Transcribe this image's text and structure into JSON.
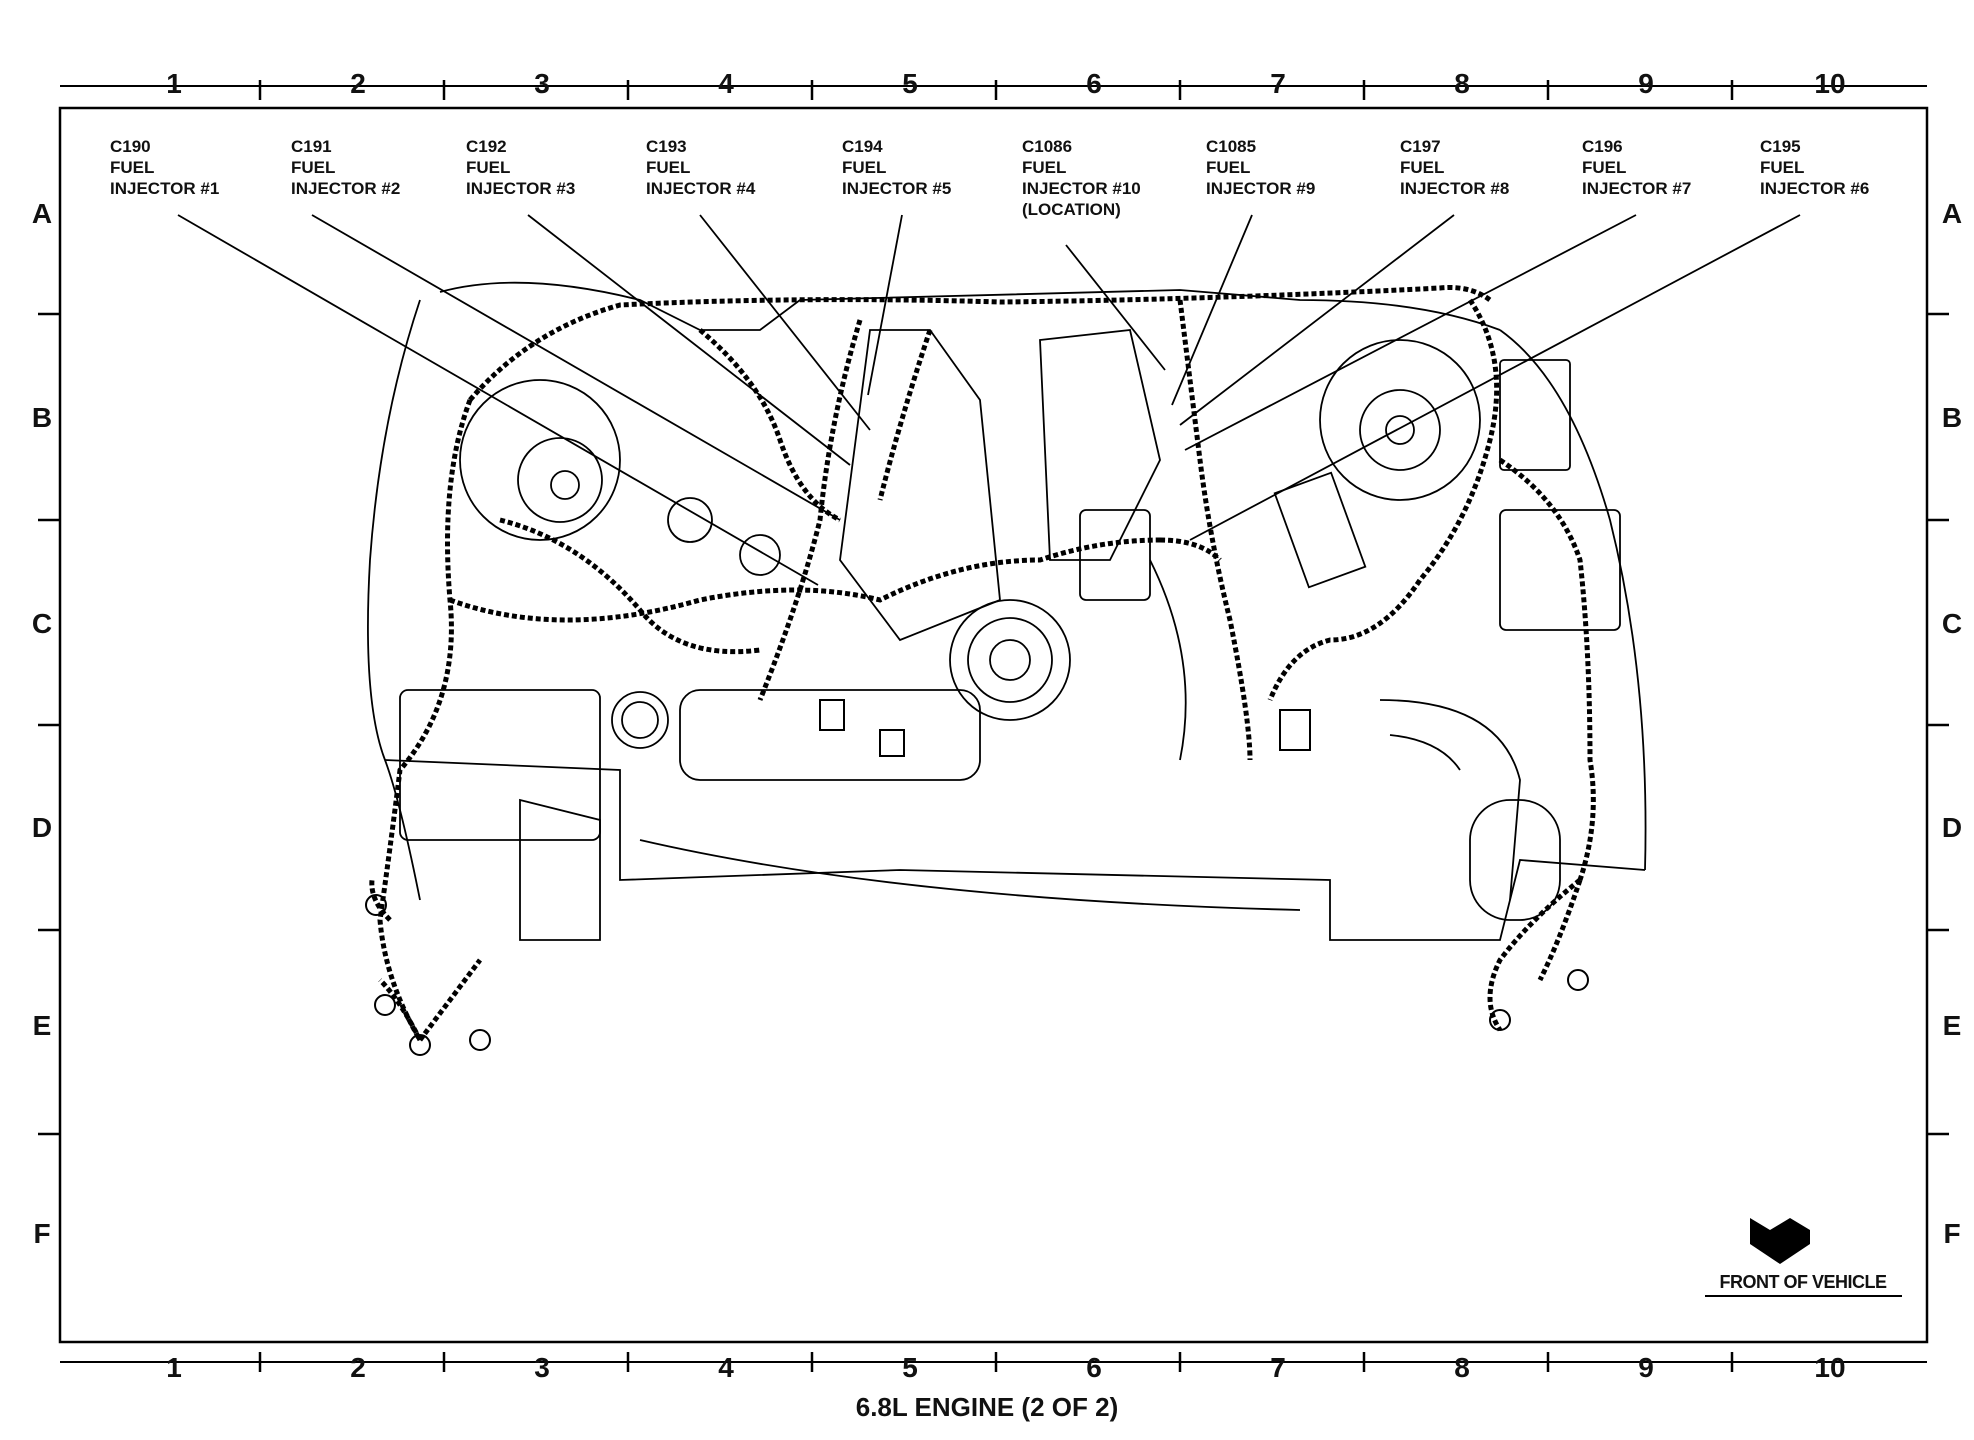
{
  "columns": [
    "1",
    "2",
    "3",
    "4",
    "5",
    "6",
    "7",
    "8",
    "9",
    "10"
  ],
  "rows": [
    "A",
    "B",
    "C",
    "D",
    "E",
    "F"
  ],
  "connectors": [
    {
      "id": "C190",
      "lines": [
        "C190",
        "FUEL",
        "INJECTOR #1"
      ]
    },
    {
      "id": "C191",
      "lines": [
        "C191",
        "FUEL",
        "INJECTOR #2"
      ]
    },
    {
      "id": "C192",
      "lines": [
        "C192",
        "FUEL",
        "INJECTOR #3"
      ]
    },
    {
      "id": "C193",
      "lines": [
        "C193",
        "FUEL",
        "INJECTOR #4"
      ]
    },
    {
      "id": "C194",
      "lines": [
        "C194",
        "FUEL",
        "INJECTOR #5"
      ]
    },
    {
      "id": "C1086",
      "lines": [
        "C1086",
        "FUEL",
        "INJECTOR #10",
        "(LOCATION)"
      ]
    },
    {
      "id": "C1085",
      "lines": [
        "C1085",
        "FUEL",
        "INJECTOR #9"
      ]
    },
    {
      "id": "C197",
      "lines": [
        "C197",
        "FUEL",
        "INJECTOR #8"
      ]
    },
    {
      "id": "C196",
      "lines": [
        "C196",
        "FUEL",
        "INJECTOR #7"
      ]
    },
    {
      "id": "C195",
      "lines": [
        "C195",
        "FUEL",
        "INJECTOR #6"
      ]
    }
  ],
  "front_label": "FRONT OF VEHICLE",
  "title": "6.8L ENGINE (2 OF 2)"
}
